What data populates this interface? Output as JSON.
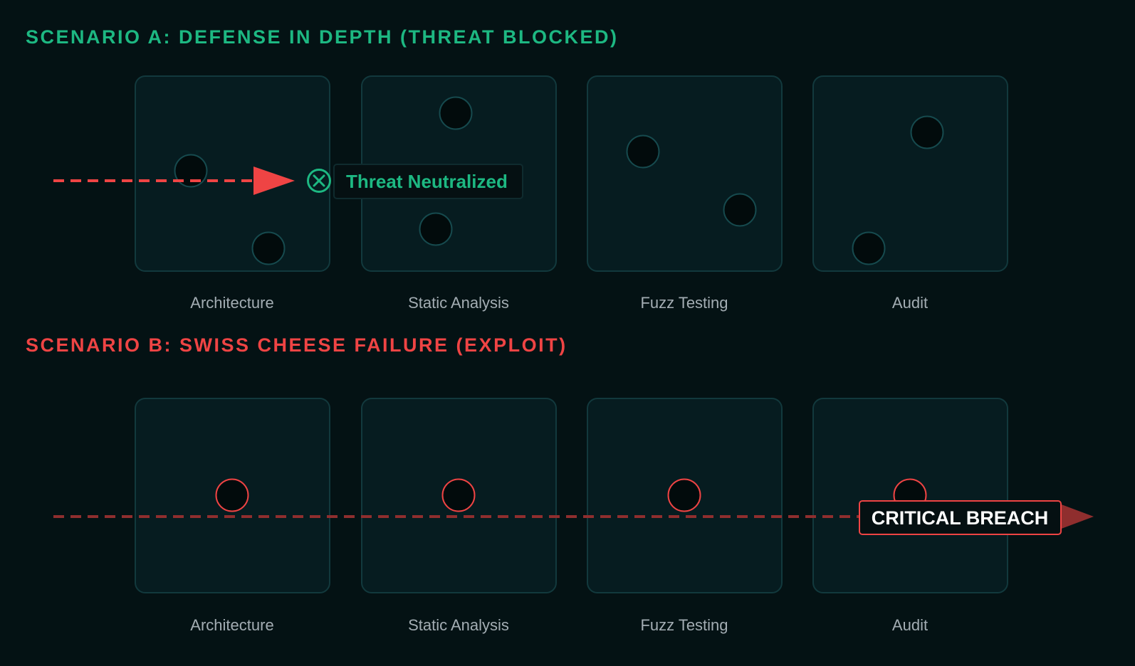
{
  "scenario_a": {
    "title": "SCENARIO A: DEFENSE IN DEPTH (THREAT BLOCKED)",
    "color": "#1db882",
    "layers": [
      "Architecture",
      "Static Analysis",
      "Fuzz Testing",
      "Audit"
    ],
    "result_label": "Threat Neutralized",
    "result_icon": "x-circle-icon"
  },
  "scenario_b": {
    "title": "SCENARIO B: SWISS CHEESE FAILURE (EXPLOIT)",
    "color": "#ef4444",
    "layers": [
      "Architecture",
      "Static Analysis",
      "Fuzz Testing",
      "Audit"
    ],
    "result_label": "CRITICAL BREACH"
  },
  "colors": {
    "background": "#041214",
    "panel_fill": "#061c20",
    "panel_stroke": "#12393d",
    "threat": "#ef4444",
    "exploit_path": "#8f2e2e"
  }
}
